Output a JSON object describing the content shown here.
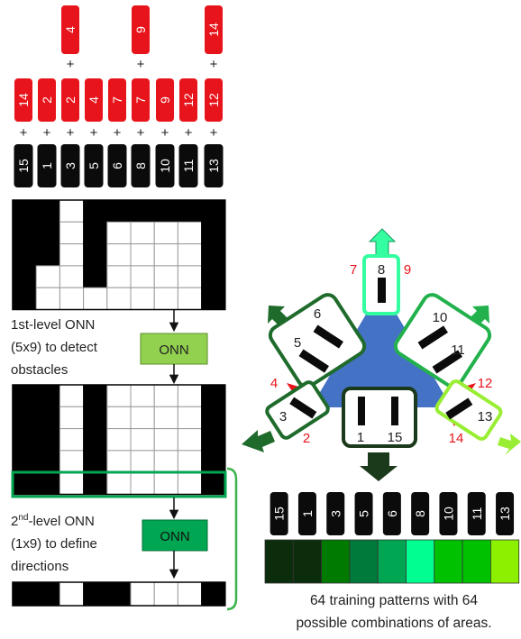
{
  "palette": {
    "red": "#e8141b",
    "black": "#0b0b0b",
    "blue": "#4472c4",
    "onn_level1": "#92d050",
    "onn_level2": "#00a651",
    "bracket": "#3ab44a",
    "row_highlight": "#00a651"
  },
  "column_ids": [
    "15",
    "1",
    "3",
    "5",
    "6",
    "8",
    "10",
    "11",
    "13"
  ],
  "red_row1": [
    "14",
    "2",
    "2",
    "4",
    "7",
    "7",
    "9",
    "12",
    "12"
  ],
  "red_row2": [
    "",
    "",
    "4",
    "",
    "",
    "9",
    "",
    "",
    "14"
  ],
  "plus_sign": "+",
  "grid1": {
    "columns": [
      [
        1,
        1,
        1,
        1,
        1
      ],
      [
        1,
        1,
        1,
        0,
        0
      ],
      [
        0,
        0,
        0,
        0,
        0
      ],
      [
        1,
        1,
        1,
        1,
        0
      ],
      [
        1,
        0,
        0,
        0,
        0
      ],
      [
        1,
        0,
        0,
        0,
        0
      ],
      [
        1,
        0,
        0,
        0,
        0
      ],
      [
        1,
        0,
        0,
        0,
        0
      ],
      [
        1,
        1,
        1,
        1,
        1
      ]
    ]
  },
  "grid2": {
    "columns": [
      [
        1,
        1,
        1,
        1,
        1
      ],
      [
        1,
        1,
        1,
        1,
        1
      ],
      [
        0,
        0,
        0,
        0,
        0
      ],
      [
        1,
        1,
        1,
        1,
        1
      ],
      [
        0,
        0,
        0,
        0,
        0
      ],
      [
        0,
        0,
        0,
        0,
        0
      ],
      [
        0,
        0,
        0,
        0,
        0
      ],
      [
        0,
        0,
        0,
        0,
        0
      ],
      [
        1,
        1,
        1,
        1,
        1
      ]
    ]
  },
  "grid3": [
    1,
    1,
    0,
    1,
    1,
    0,
    0,
    0,
    1
  ],
  "level1": {
    "line1": "1st-level  ONN",
    "line2": "(5x9) to detect",
    "line3": "obstacles",
    "box_label": "ONN"
  },
  "level2": {
    "line1_prefix": "2",
    "line1_sup": "nd",
    "line1_suffix": "-level  ONN",
    "line2": "(1x9) to define",
    "line3": "directions",
    "box_label": "ONN"
  },
  "robot": {
    "sensor_numbers": [
      "8",
      "6",
      "5",
      "10",
      "11",
      "3",
      "1",
      "15",
      "13"
    ],
    "red_numbers": [
      "7",
      "9",
      "4",
      "2",
      "12",
      "14"
    ]
  },
  "bottom_bar": {
    "labels": [
      "15",
      "1",
      "3",
      "5",
      "6",
      "8",
      "10",
      "11",
      "13"
    ],
    "colors": [
      "#0c2d0c",
      "#0c2d0c",
      "#007a00",
      "#007a3a",
      "#00a651",
      "#00ff90",
      "#00c100",
      "#00c100",
      "#8cf000"
    ]
  },
  "caption": {
    "line1": "64 training patterns with 64",
    "line2": "possible combinations of areas."
  }
}
